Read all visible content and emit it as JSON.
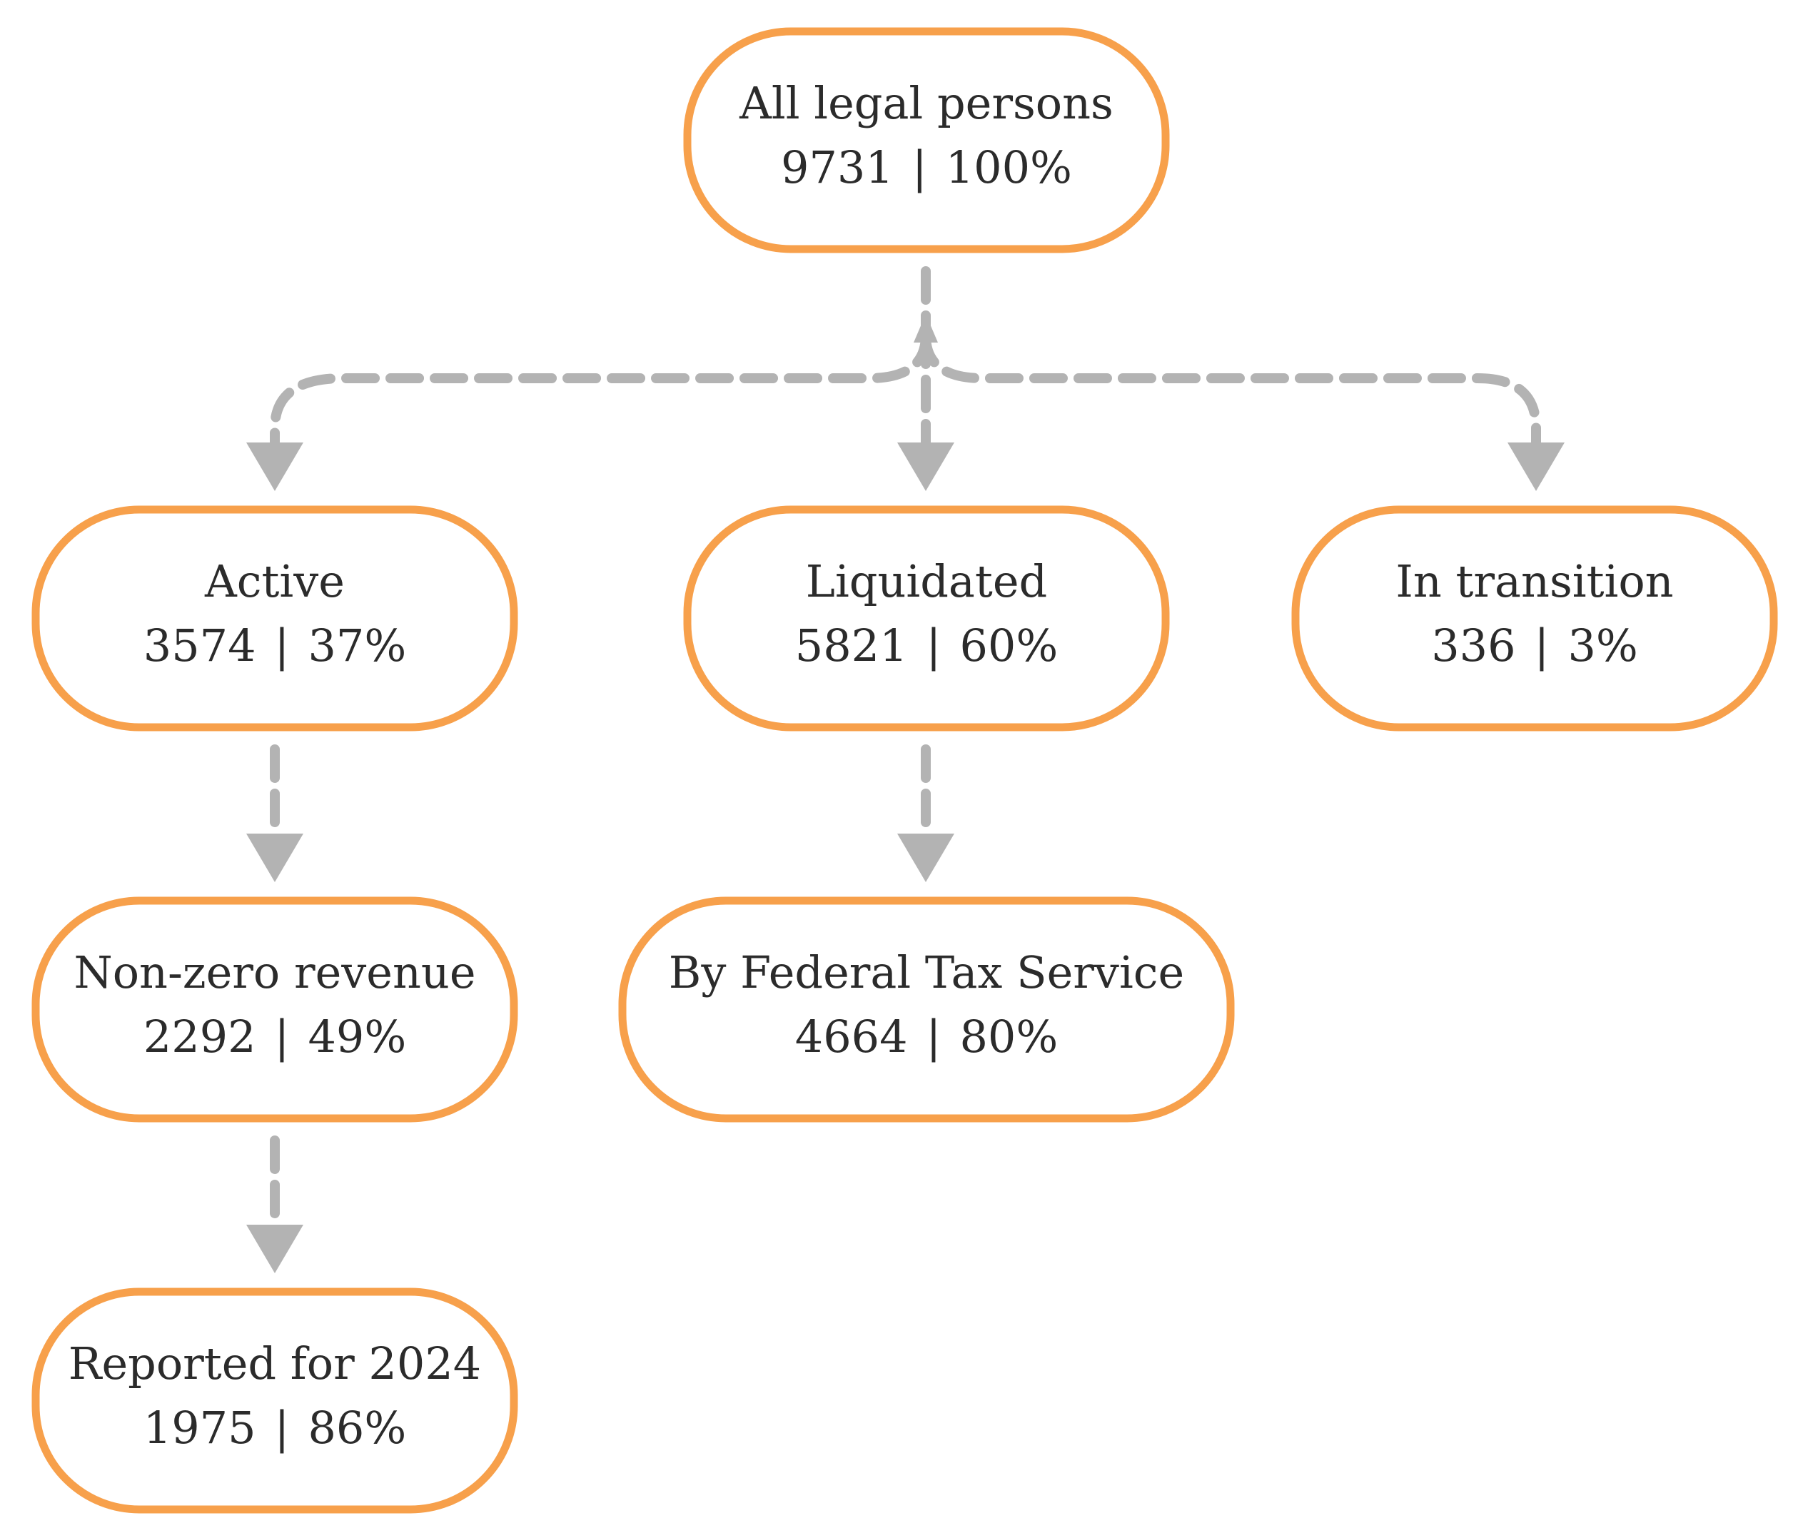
{
  "nodes": {
    "all": {
      "title": "All legal persons",
      "count": "9731",
      "share": "100%"
    },
    "active": {
      "title": "Active",
      "count": "3574",
      "share": "37%"
    },
    "liquidated": {
      "title": "Liquidated",
      "count": "5821",
      "share": "60%"
    },
    "transition": {
      "title": "In transition",
      "count": "336",
      "share": "3%"
    },
    "nonzero": {
      "title": "Non-zero revenue",
      "count": "2292",
      "share": "49%"
    },
    "fts": {
      "title": "By Federal Tax Service",
      "count": "4664",
      "share": "80%"
    },
    "reported": {
      "title": "Reported for 2024",
      "count": "1975",
      "share": "86%"
    }
  },
  "separator": "|",
  "edges": [
    {
      "from": "all",
      "to": "active"
    },
    {
      "from": "all",
      "to": "liquidated"
    },
    {
      "from": "all",
      "to": "transition"
    },
    {
      "from": "active",
      "to": "nonzero"
    },
    {
      "from": "liquidated",
      "to": "fts"
    },
    {
      "from": "nonzero",
      "to": "reported"
    }
  ],
  "colors": {
    "node_border": "#F7A04B",
    "connector": "#B3B3B3",
    "text": "#2B2B2B"
  }
}
